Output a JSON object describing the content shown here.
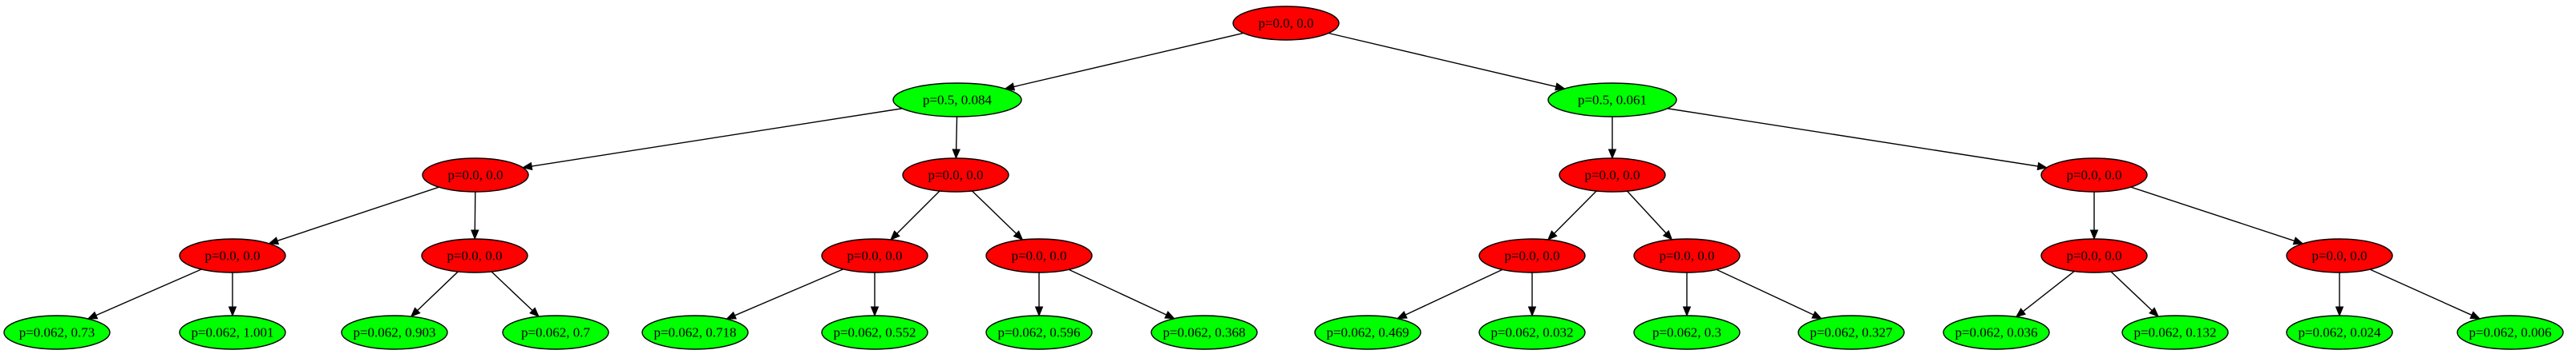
{
  "colors": {
    "red": "#ff0000",
    "green": "#00ff00",
    "edge": "#000000"
  },
  "tree": {
    "nodes": [
      {
        "id": "n0",
        "label": "p=0.0, 0.0",
        "color": "red"
      },
      {
        "id": "n1",
        "label": "p=0.5, 0.084",
        "color": "green"
      },
      {
        "id": "n2",
        "label": "p=0.5, 0.061",
        "color": "green"
      },
      {
        "id": "n3",
        "label": "p=0.0, 0.0",
        "color": "red"
      },
      {
        "id": "n4",
        "label": "p=0.0, 0.0",
        "color": "red"
      },
      {
        "id": "n5",
        "label": "p=0.0, 0.0",
        "color": "red"
      },
      {
        "id": "n6",
        "label": "p=0.0, 0.0",
        "color": "red"
      },
      {
        "id": "n7",
        "label": "p=0.0, 0.0",
        "color": "red"
      },
      {
        "id": "n8",
        "label": "p=0.0, 0.0",
        "color": "red"
      },
      {
        "id": "n9",
        "label": "p=0.0, 0.0",
        "color": "red"
      },
      {
        "id": "n10",
        "label": "p=0.0, 0.0",
        "color": "red"
      },
      {
        "id": "n11",
        "label": "p=0.0, 0.0",
        "color": "red"
      },
      {
        "id": "n12",
        "label": "p=0.0, 0.0",
        "color": "red"
      },
      {
        "id": "n13",
        "label": "p=0.0, 0.0",
        "color": "red"
      },
      {
        "id": "n14",
        "label": "p=0.0, 0.0",
        "color": "red"
      },
      {
        "id": "n15",
        "label": "p=0.062, 0.73",
        "color": "green"
      },
      {
        "id": "n16",
        "label": "p=0.062, 1.001",
        "color": "green"
      },
      {
        "id": "n17",
        "label": "p=0.062, 0.903",
        "color": "green"
      },
      {
        "id": "n18",
        "label": "p=0.062, 0.7",
        "color": "green"
      },
      {
        "id": "n19",
        "label": "p=0.062, 0.718",
        "color": "green"
      },
      {
        "id": "n20",
        "label": "p=0.062, 0.552",
        "color": "green"
      },
      {
        "id": "n21",
        "label": "p=0.062, 0.596",
        "color": "green"
      },
      {
        "id": "n22",
        "label": "p=0.062, 0.368",
        "color": "green"
      },
      {
        "id": "n23",
        "label": "p=0.062, 0.469",
        "color": "green"
      },
      {
        "id": "n24",
        "label": "p=0.062, 0.032",
        "color": "green"
      },
      {
        "id": "n25",
        "label": "p=0.062, 0.3",
        "color": "green"
      },
      {
        "id": "n26",
        "label": "p=0.062, 0.327",
        "color": "green"
      },
      {
        "id": "n27",
        "label": "p=0.062, 0.036",
        "color": "green"
      },
      {
        "id": "n28",
        "label": "p=0.062, 0.132",
        "color": "green"
      },
      {
        "id": "n29",
        "label": "p=0.062, 0.024",
        "color": "green"
      },
      {
        "id": "n30",
        "label": "p=0.062, 0.006",
        "color": "green"
      }
    ],
    "edges": [
      [
        "n0",
        "n1"
      ],
      [
        "n0",
        "n2"
      ],
      [
        "n1",
        "n3"
      ],
      [
        "n1",
        "n4"
      ],
      [
        "n2",
        "n5"
      ],
      [
        "n2",
        "n6"
      ],
      [
        "n3",
        "n7"
      ],
      [
        "n3",
        "n8"
      ],
      [
        "n4",
        "n9"
      ],
      [
        "n4",
        "n10"
      ],
      [
        "n5",
        "n11"
      ],
      [
        "n5",
        "n12"
      ],
      [
        "n6",
        "n13"
      ],
      [
        "n6",
        "n14"
      ],
      [
        "n7",
        "n15"
      ],
      [
        "n7",
        "n16"
      ],
      [
        "n8",
        "n17"
      ],
      [
        "n8",
        "n18"
      ],
      [
        "n9",
        "n19"
      ],
      [
        "n9",
        "n20"
      ],
      [
        "n10",
        "n21"
      ],
      [
        "n10",
        "n22"
      ],
      [
        "n11",
        "n23"
      ],
      [
        "n11",
        "n24"
      ],
      [
        "n12",
        "n25"
      ],
      [
        "n12",
        "n26"
      ],
      [
        "n13",
        "n27"
      ],
      [
        "n13",
        "n28"
      ],
      [
        "n14",
        "n29"
      ],
      [
        "n14",
        "n30"
      ]
    ]
  }
}
